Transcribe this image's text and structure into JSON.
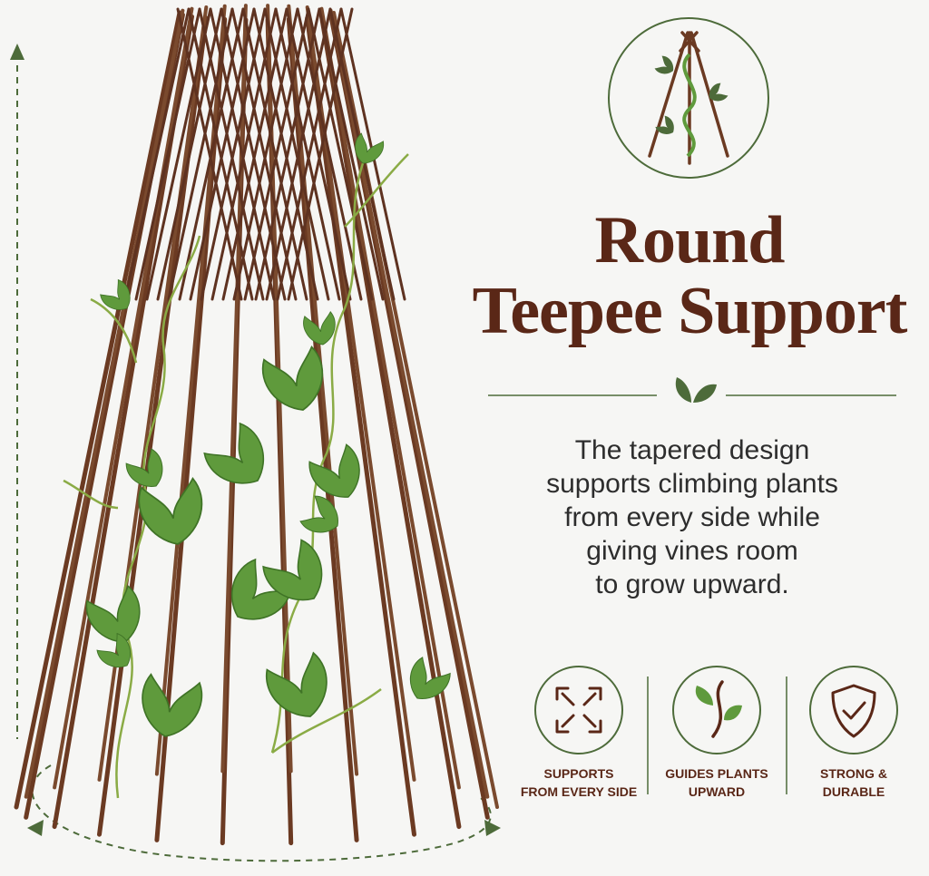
{
  "title": {
    "line1": "Round",
    "line2": "Teepee Support"
  },
  "description": {
    "line1": "The tapered design",
    "line2": "supports climbing plants",
    "line3": "from every side while",
    "line4": "giving vines room",
    "line5": "to grow upward."
  },
  "features": [
    {
      "icon": "expand-arrows-icon",
      "line1": "SUPPORTS",
      "line2": "FROM EVERY SIDE"
    },
    {
      "icon": "sprout-vine-icon",
      "line1": "GUIDES PLANTS",
      "line2": "UPWARD"
    },
    {
      "icon": "shield-check-icon",
      "line1": "STRONG &",
      "line2": "DURABLE"
    }
  ],
  "colors": {
    "brand_brown": "#5a2717",
    "accent_green": "#4d6b3a",
    "background": "#f6f6f4"
  }
}
